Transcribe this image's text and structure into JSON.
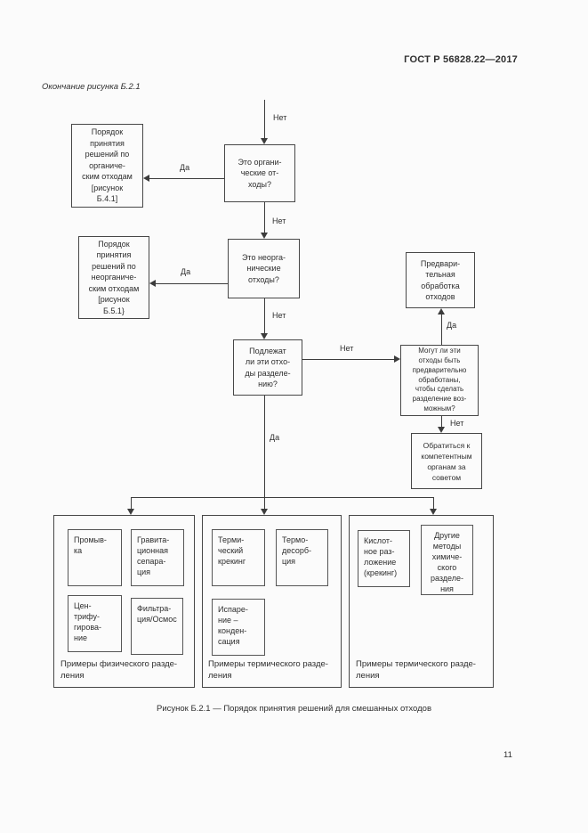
{
  "page": {
    "header": "ГОСТ Р 56828.22—2017",
    "continuation_note": "Окончание рисунка Б.2.1",
    "figure_caption": "Рисунок Б.2.1 — Порядок принятия решений для смешанных отходов",
    "page_number": "11"
  },
  "colors": {
    "ink": "#2e2e2e",
    "paper": "#fbfbfb",
    "line": "#3c3c3c"
  },
  "flowchart": {
    "labels": {
      "yes": "Да",
      "no": "Нет"
    },
    "nodes": {
      "organic_question": "Это органи-\nческие от-\nходы?",
      "organic_procedure": "Порядок\nпринятия\nрешений по\nорганиче-\nским отходам\n[рисунок\nБ.4.1]",
      "inorganic_question": "Это неорга-\nнические\nотходы?",
      "inorganic_procedure": "Порядок\nпринятия\nрешений по\nнеорганиче-\nским отходам\n[рисунок\nБ.5.1}",
      "separable_question": "Подлежат\nли эти отхо-\nды разделе-\nнию?",
      "pretreatment": "Предвари-\nтельная\nобработка\nотходов",
      "pretreatable_question": "Могут ли эти\nотходы быть\nпредварительно\nобработаны,\nчтобы сделать\nразделение воз-\nможным?",
      "consult_authorities": "Обратиться к\nкомпетентным\nорганам за\nсоветом"
    },
    "groups": [
      {
        "caption": "Примеры физического разде-\nления",
        "items": [
          "Промыв-\nка",
          "Гравита-\nционная\nсепара-\nция",
          "Цен-\nтрифу-\nгирова-\nние",
          "Фильтра-\nция/Осмос"
        ]
      },
      {
        "caption": "Примеры термического разде-\nления",
        "items": [
          "Терми-\nческий\nкрекинг",
          "Термо-\nдесорб-\nция",
          "Испаре-\nние –\nконден-\nсация"
        ]
      },
      {
        "caption": "Примеры термического разде-\nления",
        "items": [
          "Кислот-\nное раз-\nложение\n(крекинг)",
          "Другие\nметоды\nхимиче-\nского\nразделе-\nния"
        ]
      }
    ]
  }
}
